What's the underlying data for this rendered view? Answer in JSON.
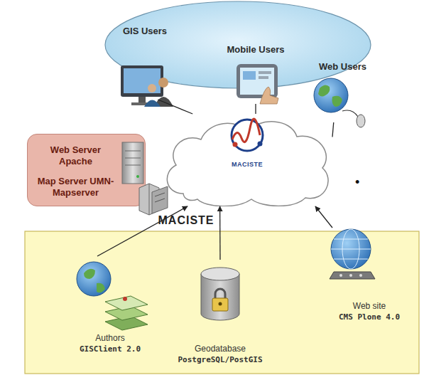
{
  "diagram": {
    "nodes": [
      {
        "text": [
          "GIS Users"
        ]
      },
      {
        "text": [
          "Mobile Users"
        ]
      },
      {
        "text": [
          "Web Users"
        ]
      },
      {
        "text": [
          "Web Server Apache",
          "Map Server UMN-Mapserver"
        ]
      },
      {
        "text": [
          "MACISTE",
          "MACISTE"
        ]
      },
      {
        "text": [
          "Authors",
          "GISClient 2.0"
        ]
      },
      {
        "text": [
          "Geodatabase",
          "PostgreSQL/PostGIS"
        ]
      },
      {
        "text": [
          "Web site",
          "CMS Plone 4.0"
        ]
      }
    ],
    "edges": [
      {
        "from": 4,
        "to": 0,
        "arrow": "none"
      },
      {
        "from": 4,
        "to": 1,
        "arrow": "none"
      },
      {
        "from": 4,
        "to": 2,
        "arrow": "none"
      },
      {
        "from": 5,
        "to": 4,
        "arrow": "to"
      },
      {
        "from": 6,
        "to": 4,
        "arrow": "to"
      },
      {
        "from": 7,
        "to": 4,
        "arrow": "to"
      }
    ],
    "labels": [
      "•"
    ]
  }
}
